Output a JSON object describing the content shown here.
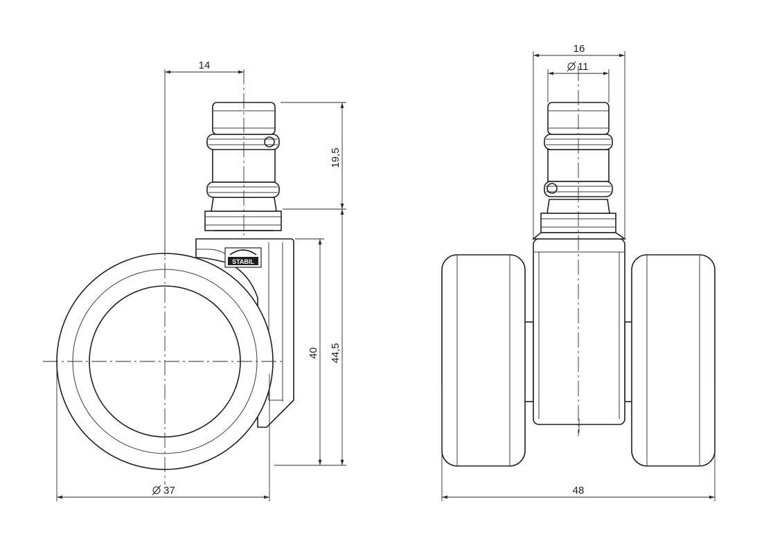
{
  "side_view": {
    "dimensions": {
      "stem_offset": "14",
      "stem_length": "19,5",
      "axle_height": "40",
      "total_height": "44,5",
      "wheel_diameter": "37"
    },
    "logo_text": "STABIL"
  },
  "front_view": {
    "dimensions": {
      "housing_width": "16",
      "stem_diameter": "11",
      "total_width": "48"
    }
  },
  "colors": {
    "line": "#1e1e1e",
    "background": "#ffffff"
  }
}
